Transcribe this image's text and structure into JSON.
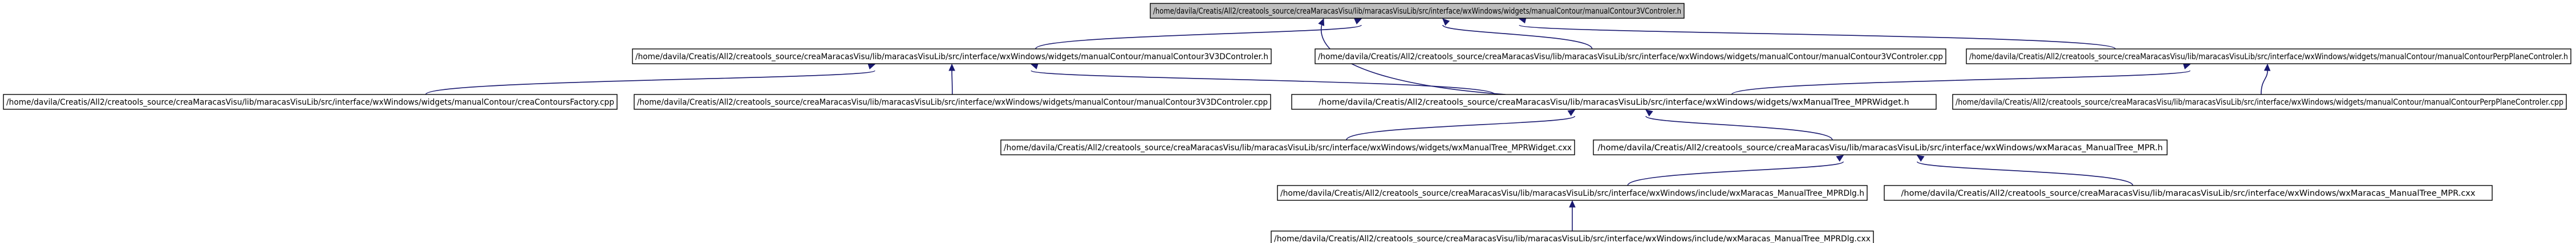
{
  "diagram": {
    "type": "include-dependency-graph",
    "nodes": [
      {
        "id": "n0",
        "label": "/home/davila/Creatis/All2/creatools_source/creaMaracasVisu/lib/maracasVisuLib/src/interface/wxWindows/widgets/manualContour/manualContour3VControler.h",
        "highlight": true
      },
      {
        "id": "n1",
        "label": "/home/davila/Creatis/All2/creatools_source/creaMaracasVisu/lib/maracasVisuLib/src/interface/wxWindows/widgets/manualContour/manualContour3V3DControler.h"
      },
      {
        "id": "n2",
        "label": "/home/davila/Creatis/All2/creatools_source/creaMaracasVisu/lib/maracasVisuLib/src/interface/wxWindows/widgets/manualContour/manualContour3VControler.cpp"
      },
      {
        "id": "n3",
        "label": "/home/davila/Creatis/All2/creatools_source/creaMaracasVisu/lib/maracasVisuLib/src/interface/wxWindows/widgets/manualContour/manualContourPerpPlaneControler.h"
      },
      {
        "id": "n4",
        "label": "/home/davila/Creatis/All2/creatools_source/creaMaracasVisu/lib/maracasVisuLib/src/interface/wxWindows/widgets/manualContour/creaContoursFactory.cpp"
      },
      {
        "id": "n5",
        "label": "/home/davila/Creatis/All2/creatools_source/creaMaracasVisu/lib/maracasVisuLib/src/interface/wxWindows/widgets/manualContour/manualContour3V3DControler.cpp"
      },
      {
        "id": "n6",
        "label": "/home/davila/Creatis/All2/creatools_source/creaMaracasVisu/lib/maracasVisuLib/src/interface/wxWindows/widgets/wxManualTree_MPRWidget.h"
      },
      {
        "id": "n7",
        "label": "/home/davila/Creatis/All2/creatools_source/creaMaracasVisu/lib/maracasVisuLib/src/interface/wxWindows/widgets/manualContour/manualContourPerpPlaneControler.cpp"
      },
      {
        "id": "n8",
        "label": "/home/davila/Creatis/All2/creatools_source/creaMaracasVisu/lib/maracasVisuLib/src/interface/wxWindows/widgets/wxManualTree_MPRWidget.cxx"
      },
      {
        "id": "n9",
        "label": "/home/davila/Creatis/All2/creatools_source/creaMaracasVisu/lib/maracasVisuLib/src/interface/wxWindows/wxMaracas_ManualTree_MPR.h"
      },
      {
        "id": "n10",
        "label": "/home/davila/Creatis/All2/creatools_source/creaMaracasVisu/lib/maracasVisuLib/src/interface/wxWindows/include/wxMaracas_ManualTree_MPRDlg.h"
      },
      {
        "id": "n11",
        "label": "/home/davila/Creatis/All2/creatools_source/creaMaracasVisu/lib/maracasVisuLib/src/interface/wxWindows/wxMaracas_ManualTree_MPR.cxx"
      },
      {
        "id": "n12",
        "label": "/home/davila/Creatis/All2/creatools_source/creaMaracasVisu/lib/maracasVisuLib/src/interface/wxWindows/include/wxMaracas_ManualTree_MPRDlg.cxx"
      }
    ],
    "edges": [
      {
        "from": "n1",
        "to": "n0"
      },
      {
        "from": "n2",
        "to": "n0"
      },
      {
        "from": "n3",
        "to": "n0"
      },
      {
        "from": "n6",
        "to": "n0"
      },
      {
        "from": "n4",
        "to": "n1"
      },
      {
        "from": "n5",
        "to": "n1"
      },
      {
        "from": "n6",
        "to": "n1"
      },
      {
        "from": "n6",
        "to": "n3"
      },
      {
        "from": "n7",
        "to": "n3"
      },
      {
        "from": "n8",
        "to": "n6"
      },
      {
        "from": "n9",
        "to": "n6"
      },
      {
        "from": "n10",
        "to": "n9"
      },
      {
        "from": "n11",
        "to": "n9"
      },
      {
        "from": "n12",
        "to": "n10"
      }
    ],
    "colors": {
      "edge": "#191970",
      "node_border": "#000000",
      "node_fill": "#ffffff",
      "highlight_fill": "#bfbfbf"
    }
  }
}
